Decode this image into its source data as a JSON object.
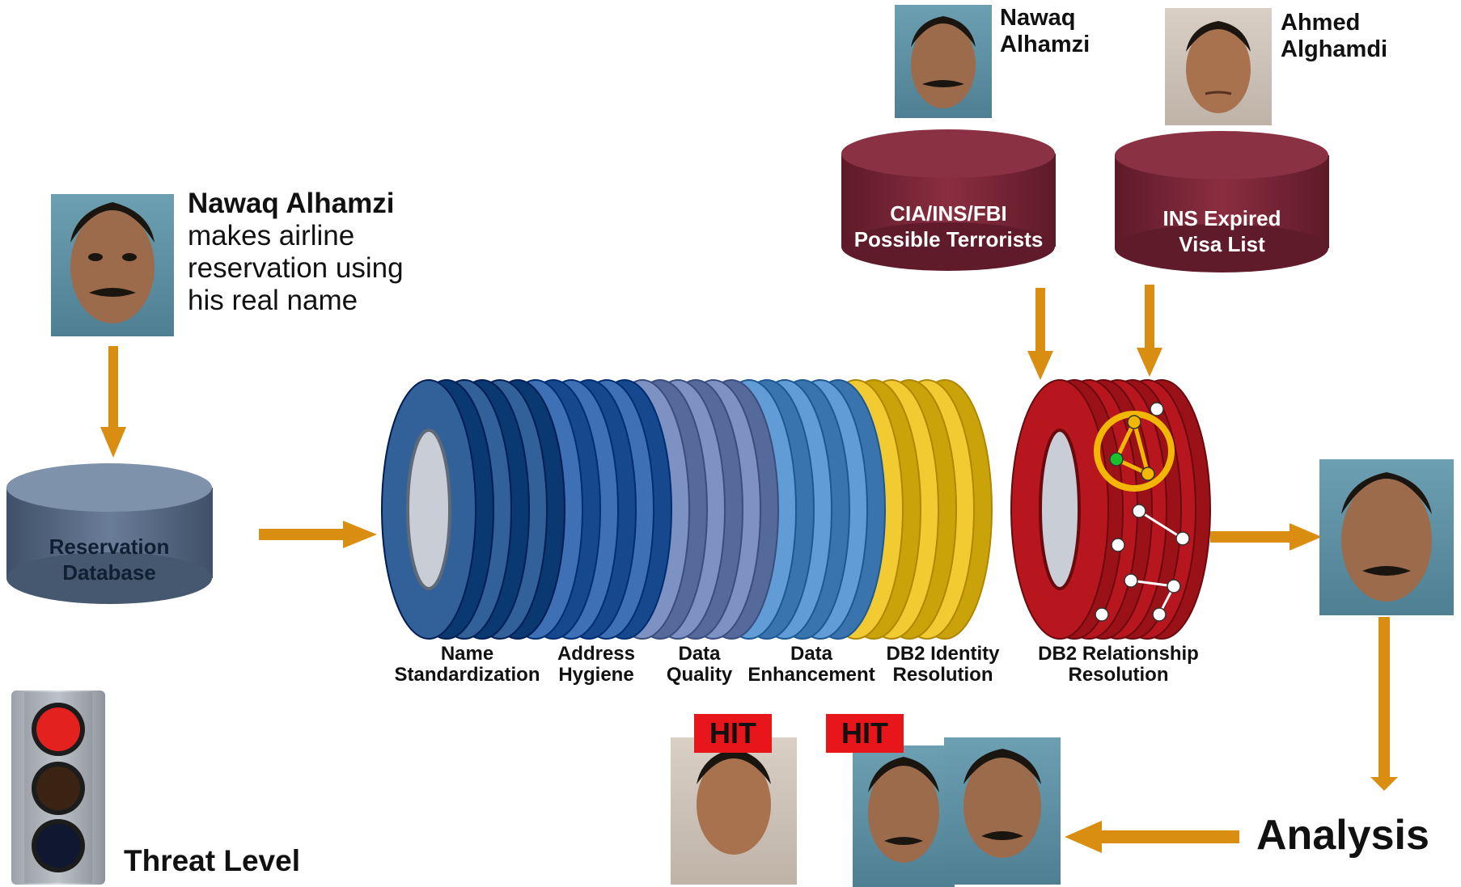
{
  "intro": {
    "name": "Nawaq Alhamzi",
    "description": "makes airline reservation using his real name"
  },
  "databases": {
    "reservation": {
      "line1": "Reservation",
      "line2": "Database"
    },
    "terrorists": {
      "line1": "CIA/INS/FBI",
      "line2": "Possible Terrorists"
    },
    "visa": {
      "line1": "INS Expired",
      "line2": "Visa List"
    }
  },
  "watchlist_people": {
    "person1": {
      "line1": "Nawaq",
      "line2": "Alhamzi"
    },
    "person2": {
      "line1": "Ahmed",
      "line2": "Alghamdi"
    }
  },
  "pipeline_stages": [
    {
      "line1": "Name",
      "line2": "Standardization",
      "color": "#1f4f86"
    },
    {
      "line1": "Address",
      "line2": "Hygiene",
      "color": "#2b5ea3"
    },
    {
      "line1": "Data",
      "line2": "Quality",
      "color": "#6b7fb0"
    },
    {
      "line1": "Data",
      "line2": "Enhancement",
      "color": "#4f8ac4"
    },
    {
      "line1": "DB2 Identity",
      "line2": "Resolution",
      "color": "#e0b81f"
    }
  ],
  "relationship": {
    "line1": "DB2 Relationship",
    "line2": "Resolution",
    "color": "#b8161e"
  },
  "hits": [
    "HIT",
    "HIT"
  ],
  "analysis_label": "Analysis",
  "threat_label": "Threat Level",
  "colors": {
    "arrow": "#d98e12",
    "db_maroon": "#7a2535",
    "db_slate": "#556a86",
    "hit_red": "#e8161a",
    "highlight_yellow": "#f2b705"
  }
}
